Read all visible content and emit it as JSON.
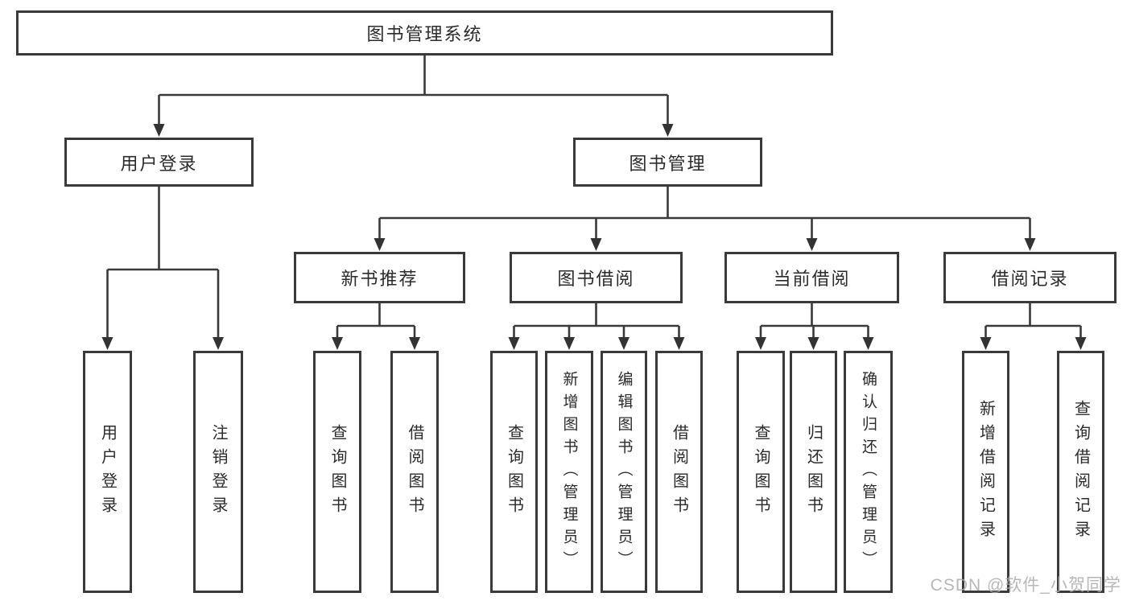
{
  "diagram": {
    "type": "tree",
    "title": "图书管理系统"
  },
  "tree": {
    "root": {
      "label": "图书管理系统",
      "children": [
        {
          "label": "用户登录",
          "children": [
            {
              "label": "用户登录"
            },
            {
              "label": "注销登录"
            }
          ]
        },
        {
          "label": "图书管理",
          "children": [
            {
              "label": "新书推荐",
              "children": [
                {
                  "label": "查询图书"
                },
                {
                  "label": "借阅图书"
                }
              ]
            },
            {
              "label": "图书借阅",
              "children": [
                {
                  "label": "查询图书"
                },
                {
                  "label": "新增图书（管理员）"
                },
                {
                  "label": "编辑图书（管理员）"
                },
                {
                  "label": "借阅图书"
                }
              ]
            },
            {
              "label": "当前借阅",
              "children": [
                {
                  "label": "查询图书"
                },
                {
                  "label": "归还图书"
                },
                {
                  "label": "确认归还（管理员）"
                }
              ]
            },
            {
              "label": "借阅记录",
              "children": [
                {
                  "label": "新增借阅记录"
                },
                {
                  "label": "查询借阅记录"
                }
              ]
            }
          ]
        }
      ]
    }
  },
  "watermark": {
    "text": "CSDN @软件_小贺同学"
  },
  "colors": {
    "line": "#3a3a3a",
    "box_border": "#3a3a3a",
    "box_fill": "#ffffff",
    "text": "#2b2b2b",
    "watermark": "#ababab",
    "background": "#ffffff"
  }
}
